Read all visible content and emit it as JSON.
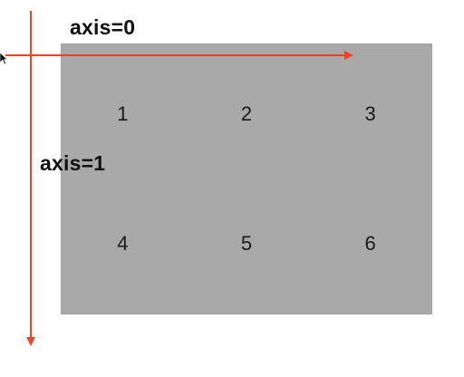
{
  "labels": {
    "axis0": "axis=0",
    "axis1": "axis=1"
  },
  "grid": {
    "rows": 2,
    "cols": 3,
    "cells": [
      "1",
      "2",
      "3",
      "4",
      "5",
      "6"
    ]
  },
  "colors": {
    "grid_fill": "#a9a9a9",
    "arrow": "#e8442a",
    "text": "#111111"
  },
  "icons": {
    "cursor": "mouse-pointer-icon"
  }
}
